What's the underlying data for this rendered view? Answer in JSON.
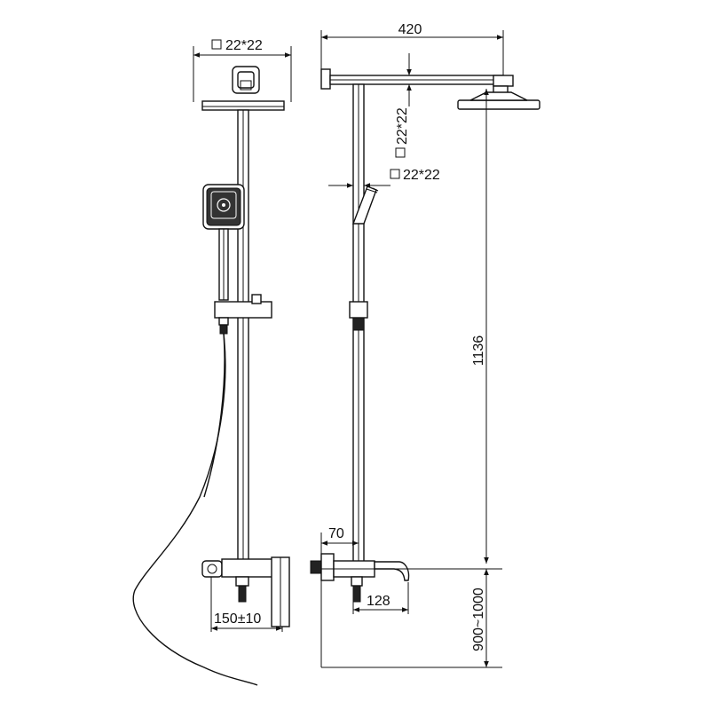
{
  "front_view": {
    "top_size_label": "22*22",
    "bottom_width_label": "150±10"
  },
  "side_view": {
    "arm_length_label": "420",
    "arm_section_label": "22*22",
    "handshower_section_label": "22*22",
    "total_height_label": "1136",
    "mixer_projection_label": "70",
    "spout_reach_label": "128",
    "mixer_height_label": "900~1000"
  }
}
